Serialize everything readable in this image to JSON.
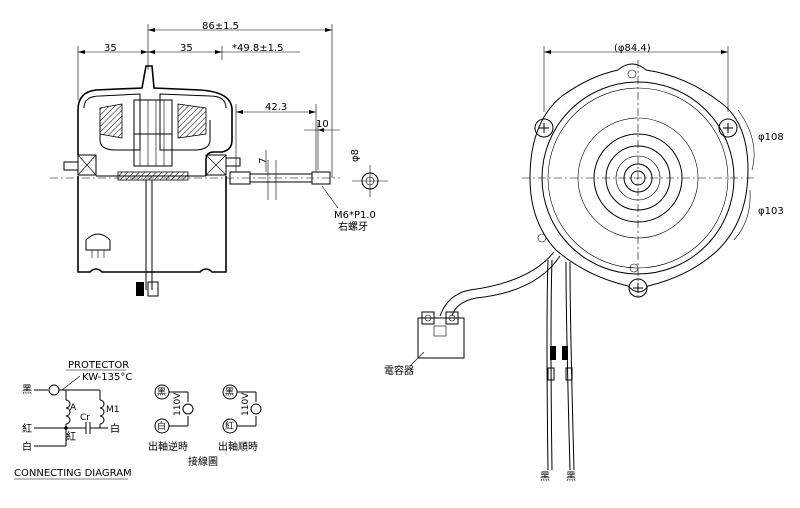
{
  "side_view": {
    "dim_total": "86±1.5",
    "dim_left": "35",
    "dim_mid": "35",
    "dim_right": "*49.8±1.5",
    "dim_shaft": "42.3",
    "dim_flat": "10",
    "dim_7": "7",
    "dim_phi8": "φ8",
    "thread": "M6*P1.0",
    "thread_note": "右螺牙"
  },
  "front_view": {
    "dim_body": "(φ84.4)",
    "dim_108": "φ108",
    "dim_103": "φ103",
    "capacitor": "電容器",
    "wire_left": "黑",
    "wire_right": "黑"
  },
  "schematic": {
    "protector": "PROTECTOR",
    "protector_model": "KW-135°C",
    "black": "黑",
    "red_left": "紅",
    "red_mid": "紅",
    "white_left": "白",
    "white_right": "白",
    "label_a": "A",
    "label_m1": "M1",
    "label_cr": "Cr",
    "title": "CONNECTING DIAGRAM"
  },
  "connections": {
    "ccw_black": "黑",
    "ccw_white": "白",
    "ccw_volt": "110V",
    "ccw_label": "出軸逆時",
    "cw_black": "黑",
    "cw_red": "紅",
    "cw_volt": "110V",
    "cw_label": "出軸順時",
    "caption": "接線圖"
  }
}
